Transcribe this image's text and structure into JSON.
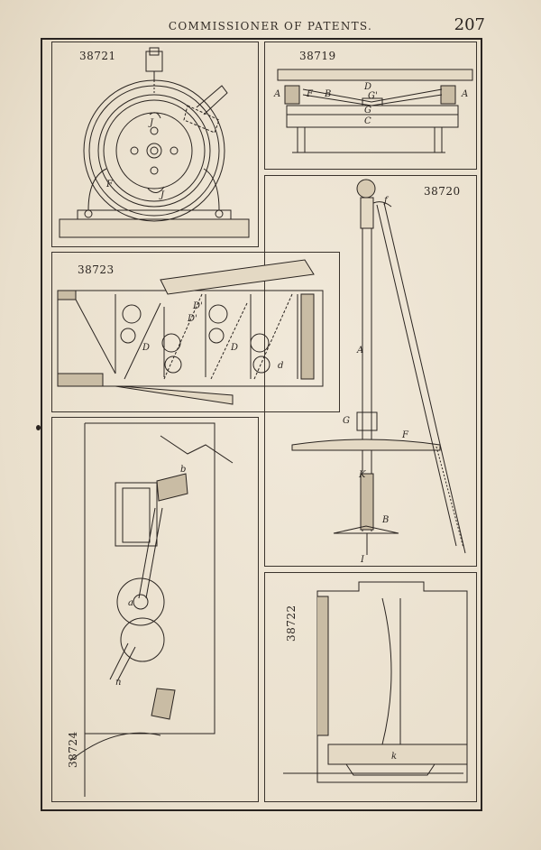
{
  "header": {
    "title": "COMMISSIONER OF PATENTS.",
    "page_number": "207"
  },
  "figures": [
    {
      "patent_number": "38721",
      "labels": [
        "J",
        "J",
        "F"
      ]
    },
    {
      "patent_number": "38719",
      "labels": [
        "A",
        "F",
        "B",
        "D",
        "G'",
        "G",
        "C",
        "A"
      ]
    },
    {
      "patent_number": "38720",
      "labels": [
        "f",
        "A",
        "G",
        "F",
        "K",
        "B",
        "I"
      ]
    },
    {
      "patent_number": "38723",
      "labels": [
        "D",
        "D'",
        "D",
        "D'",
        "d"
      ]
    },
    {
      "patent_number": "38724",
      "labels": [
        "b",
        "a",
        "n"
      ]
    },
    {
      "patent_number": "38722",
      "labels": [
        "k"
      ]
    }
  ]
}
